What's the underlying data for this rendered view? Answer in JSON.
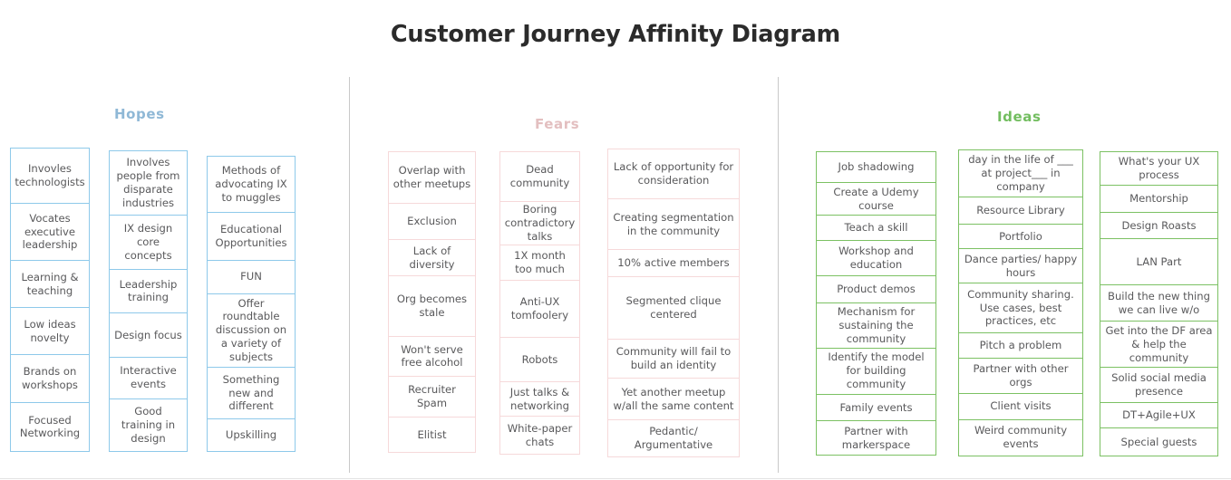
{
  "title": "Customer Journey Affinity Diagram",
  "colors": {
    "hopes_header": "#8fb8d6",
    "fears_header": "#e3bfc0",
    "ideas_header": "#72bd5f",
    "hopes_border": "#8ec9ea",
    "fears_border": "#f6d9da",
    "ideas_border": "#7cc163",
    "divider": "#c9c9c9",
    "card_text": "#59595b",
    "title_text": "#2b2b2b"
  },
  "sections": [
    {
      "id": "hopes",
      "label": "Hopes",
      "columns": [
        {
          "id": "h1",
          "cards": [
            {
              "text": "Invovles technologists",
              "h": 58
            },
            {
              "text": "Vocates executive leadership",
              "h": 60
            },
            {
              "text": "Learning & teaching",
              "h": 49
            },
            {
              "text": "Low ideas novelty",
              "h": 49
            },
            {
              "text": "Brands on workshops",
              "h": 49
            },
            {
              "text": "Focused Networking",
              "h": 51
            }
          ]
        },
        {
          "id": "h2",
          "cards": [
            {
              "text": "Involves people from disparate industries",
              "h": 73
            },
            {
              "text": "IX design core concepts",
              "h": 60
            },
            {
              "text": "Leadership training",
              "h": 48
            },
            {
              "text": "Design focus",
              "h": 48
            },
            {
              "text": "Interactive events",
              "h": 45
            },
            {
              "text": "Good training in design",
              "h": 59
            }
          ]
        },
        {
          "id": "h3",
          "cards": [
            {
              "text": "Methods of advocating IX to muggles",
              "h": 63
            },
            {
              "text": "Educational Opportunities",
              "h": 53
            },
            {
              "text": "FUN",
              "h": 35
            },
            {
              "text": "Offer roundtable discussion on a variety of subjects",
              "h": 84
            },
            {
              "text": "Something new and different",
              "h": 58
            },
            {
              "text": "Upskilling",
              "h": 34
            }
          ]
        }
      ]
    },
    {
      "id": "fears",
      "label": "Fears",
      "columns": [
        {
          "id": "f1",
          "cards": [
            {
              "text": "Overlap with other meetups",
              "h": 57
            },
            {
              "text": "Exclusion",
              "h": 38
            },
            {
              "text": "Lack of diversity",
              "h": 39
            },
            {
              "text": "Org becomes stale",
              "h": 67
            },
            {
              "text": "Won't serve free alcohol",
              "h": 43
            },
            {
              "text": "Recruiter Spam",
              "h": 44
            },
            {
              "text": "Elitist",
              "h": 37
            }
          ]
        },
        {
          "id": "f2",
          "cards": [
            {
              "text": "Dead community",
              "h": 57
            },
            {
              "text": "Boring contradictory talks",
              "h": 50
            },
            {
              "text": "1X month too much",
              "h": 39
            },
            {
              "text": "Anti-UX tomfoolery",
              "h": 66
            },
            {
              "text": "Robots",
              "h": 51
            },
            {
              "text": "Just talks & networking",
              "h": 38
            },
            {
              "text": "White-paper chats",
              "h": 42
            }
          ]
        },
        {
          "id": "f3",
          "cards": [
            {
              "text": "Lack of opportunity for consideration",
              "h": 56
            },
            {
              "text": "Creating segmentation in the community",
              "h": 57
            },
            {
              "text": "10% active members",
              "h": 28
            },
            {
              "text": "Segmented clique centered",
              "h": 71
            },
            {
              "text": "Community will fail to build an identity",
              "h": 43
            },
            {
              "text": "Yet another meetup w/all the same content",
              "h": 46
            },
            {
              "text": "Pedantic/ Argumentative",
              "h": 40
            }
          ]
        }
      ]
    },
    {
      "id": "ideas",
      "label": "Ideas",
      "columns": [
        {
          "id": "i1",
          "cards": [
            {
              "text": "Job shadowing",
              "h": 33
            },
            {
              "text": "Create a Udemy course",
              "h": 34
            },
            {
              "text": "Teach a skill",
              "h": 26
            },
            {
              "text": "Workshop and education",
              "h": 38
            },
            {
              "text": "Product demos",
              "h": 28
            },
            {
              "text": "Mechanism for sustaining the community",
              "h": 50
            },
            {
              "text": "Identify the model for building community",
              "h": 52
            },
            {
              "text": "Family events",
              "h": 27
            },
            {
              "text": "Partner with markerspace",
              "h": 37
            }
          ]
        },
        {
          "id": "i2",
          "cards": [
            {
              "text": "day in the life of ___ at project___ in company",
              "h": 52
            },
            {
              "text": "Resource Library",
              "h": 27
            },
            {
              "text": "Portfolio",
              "h": 25
            },
            {
              "text": "Dance parties/ happy hours",
              "h": 36
            },
            {
              "text": "Community sharing. Use cases, best practices, etc",
              "h": 55
            },
            {
              "text": "Pitch a problem",
              "h": 26
            },
            {
              "text": "Partner with other orgs",
              "h": 37
            },
            {
              "text": "Client visits",
              "h": 26
            },
            {
              "text": "Weird community events",
              "h": 39
            }
          ]
        },
        {
          "id": "i3",
          "cards": [
            {
              "text": "What's your UX process",
              "h": 35
            },
            {
              "text": "Mentorship",
              "h": 28
            },
            {
              "text": "Design Roasts",
              "h": 26
            },
            {
              "text": "LAN Part",
              "h": 50
            },
            {
              "text": "Build the new thing we can live w/o",
              "h": 39
            },
            {
              "text": "Get into the DF area & help the community",
              "h": 50
            },
            {
              "text": "Solid social media presence",
              "h": 37
            },
            {
              "text": "DT+Agile+UX",
              "h": 26
            },
            {
              "text": "Special guests",
              "h": 28
            }
          ]
        }
      ]
    }
  ]
}
